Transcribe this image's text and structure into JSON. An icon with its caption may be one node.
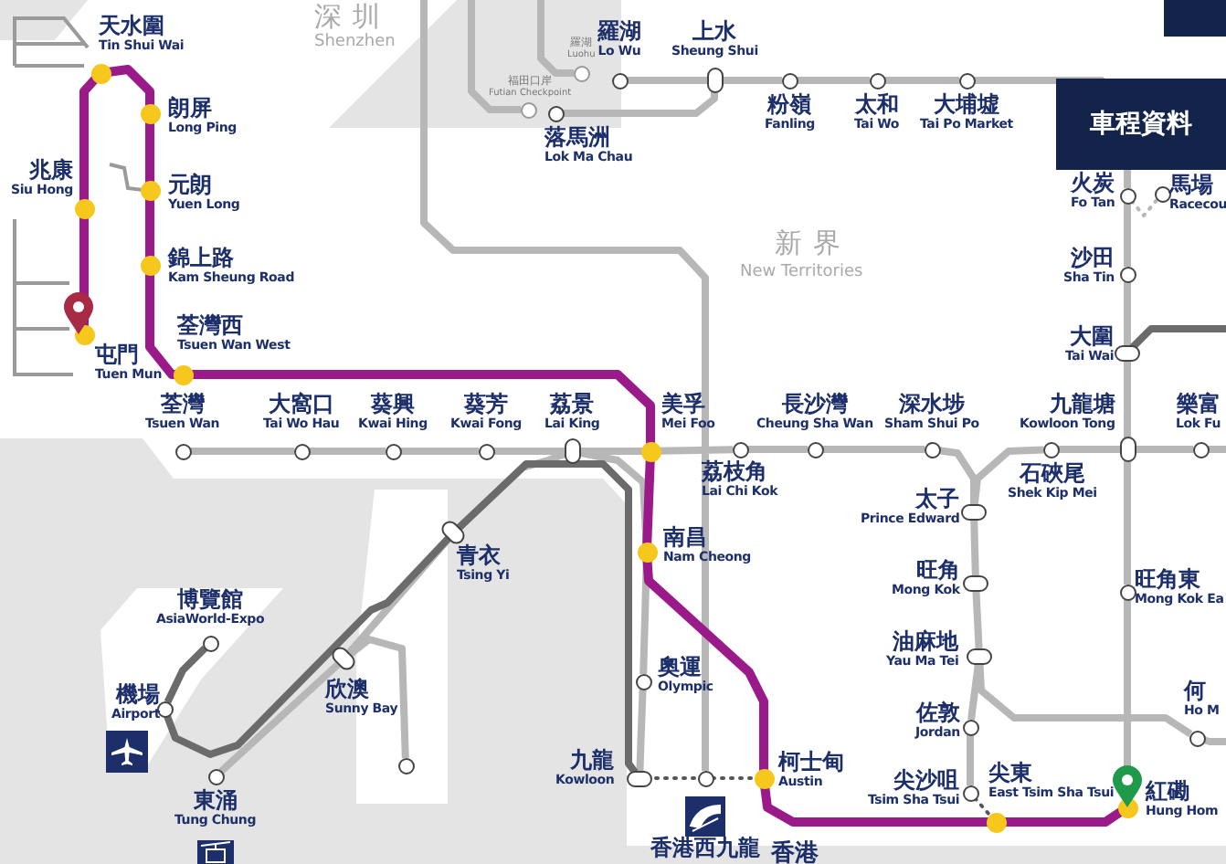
{
  "diagram": {
    "nodes": [
      {
        "text": [
          "天水圍",
          "Tin Shui Wai"
        ]
      },
      {
        "text": [
          "朗屏",
          "Long Ping"
        ]
      },
      {
        "text": [
          "元朗",
          "Yuen Long"
        ]
      },
      {
        "text": [
          "錦上路",
          "Kam Sheung Road"
        ]
      },
      {
        "text": [
          "荃灣西",
          "Tsuen Wan West"
        ]
      },
      {
        "text": [
          "兆康",
          "Siu Hong"
        ]
      },
      {
        "text": [
          "屯門",
          "Tuen Mun"
        ]
      },
      {
        "text": [
          "美孚",
          "Mei Foo"
        ]
      },
      {
        "text": [
          "南昌",
          "Nam Cheong"
        ]
      },
      {
        "text": [
          "柯士甸",
          "Austin"
        ]
      },
      {
        "text": [
          "尖東",
          "East Tsim Sha Tsui"
        ]
      },
      {
        "text": [
          "紅磡",
          "Hung Hom"
        ]
      },
      {
        "text": [
          "荃灣",
          "Tsuen Wan"
        ]
      },
      {
        "text": [
          "大窩口",
          "Tai Wo Hau"
        ]
      },
      {
        "text": [
          "葵興",
          "Kwai Hing"
        ]
      },
      {
        "text": [
          "葵芳",
          "Kwai Fong"
        ]
      },
      {
        "text": [
          "荔景",
          "Lai King"
        ]
      },
      {
        "text": [
          "荔枝角",
          "Lai Chi Kok"
        ]
      },
      {
        "text": [
          "長沙灣",
          "Cheung Sha Wan"
        ]
      },
      {
        "text": [
          "深水埗",
          "Sham Shui Po"
        ]
      },
      {
        "text": [
          "太子",
          "Prince Edward"
        ]
      },
      {
        "text": [
          "旺角",
          "Mong Kok"
        ]
      },
      {
        "text": [
          "油麻地",
          "Yau Ma Tei"
        ]
      },
      {
        "text": [
          "佐敦",
          "Jordan"
        ]
      },
      {
        "text": [
          "尖沙咀",
          "Tsim Sha Tsui"
        ]
      },
      {
        "text": [
          "石硤尾",
          "Shek Kip Mei"
        ]
      },
      {
        "text": [
          "九龍塘",
          "Kowloon Tong"
        ]
      },
      {
        "text": [
          "樂富",
          "Lok Fu"
        ]
      },
      {
        "text": [
          "旺角東",
          "Mong Kok Ea"
        ]
      },
      {
        "text": [
          "何",
          "Ho M"
        ]
      },
      {
        "text": [
          "大圍",
          "Tai Wai"
        ]
      },
      {
        "text": [
          "沙田",
          "Sha Tin"
        ]
      },
      {
        "text": [
          "火炭",
          "Fo Tan"
        ]
      },
      {
        "text": [
          "馬場",
          "Racecou"
        ]
      },
      {
        "text": [
          "羅湖",
          "Lo Wu"
        ]
      },
      {
        "text": [
          "上水",
          "Sheung Shui"
        ]
      },
      {
        "text": [
          "粉嶺",
          "Fanling"
        ]
      },
      {
        "text": [
          "太和",
          "Tai Wo"
        ]
      },
      {
        "text": [
          "大埔墟",
          "Tai Po Market"
        ]
      },
      {
        "text": [
          "落馬洲",
          "Lok Ma Chau"
        ]
      },
      {
        "text": [
          "青衣",
          "Tsing Yi"
        ]
      },
      {
        "text": [
          "欣澳",
          "Sunny Bay"
        ]
      },
      {
        "text": [
          "博覽館",
          "AsiaWorld-Expo"
        ]
      },
      {
        "text": [
          "機場",
          "Airport"
        ]
      },
      {
        "text": [
          "東涌",
          "Tung Chung"
        ]
      },
      {
        "text": [],
        "shape": "circle"
      },
      {
        "text": [
          "九龍",
          "Kowloon"
        ]
      },
      {
        "text": [
          "奧運",
          "Olympic"
        ]
      },
      {
        "text": [
          "香港西九龍"
        ]
      },
      {
        "text": [
          "福田口岸",
          "Futian Checkpoint"
        ]
      },
      {
        "text": [
          "羅湖",
          "Luohu"
        ]
      }
    ],
    "edges": [
      {
        "from": 6,
        "to": 5,
        "arrow": "none",
        "color": "#9b1a8a"
      },
      {
        "from": 5,
        "to": 0,
        "arrow": "none",
        "color": "#9b1a8a"
      },
      {
        "from": 0,
        "to": 1,
        "arrow": "none",
        "color": "#9b1a8a"
      },
      {
        "from": 1,
        "to": 2,
        "arrow": "none",
        "color": "#9b1a8a"
      },
      {
        "from": 2,
        "to": 3,
        "arrow": "none",
        "color": "#9b1a8a"
      },
      {
        "from": 3,
        "to": 4,
        "arrow": "none",
        "color": "#9b1a8a"
      },
      {
        "from": 4,
        "to": 7,
        "arrow": "none",
        "color": "#9b1a8a"
      },
      {
        "from": 7,
        "to": 8,
        "arrow": "none",
        "color": "#9b1a8a"
      },
      {
        "from": 8,
        "to": 9,
        "arrow": "none",
        "color": "#9b1a8a"
      },
      {
        "from": 9,
        "to": 10,
        "arrow": "none",
        "color": "#9b1a8a"
      },
      {
        "from": 10,
        "to": 11,
        "arrow": "none",
        "color": "#9b1a8a"
      },
      {
        "from": 12,
        "to": 13,
        "arrow": "none"
      },
      {
        "from": 13,
        "to": 14,
        "arrow": "none"
      },
      {
        "from": 14,
        "to": 15,
        "arrow": "none"
      },
      {
        "from": 15,
        "to": 16,
        "arrow": "none"
      },
      {
        "from": 16,
        "to": 7,
        "arrow": "none"
      },
      {
        "from": 7,
        "to": 17,
        "arrow": "none"
      },
      {
        "from": 17,
        "to": 18,
        "arrow": "none"
      },
      {
        "from": 18,
        "to": 19,
        "arrow": "none"
      },
      {
        "from": 19,
        "to": 20,
        "arrow": "none"
      },
      {
        "from": 20,
        "to": 21,
        "arrow": "none"
      },
      {
        "from": 21,
        "to": 22,
        "arrow": "none"
      },
      {
        "from": 22,
        "to": 23,
        "arrow": "none"
      },
      {
        "from": 23,
        "to": 24,
        "arrow": "none"
      },
      {
        "from": 22,
        "to": 29,
        "arrow": "none"
      },
      {
        "from": 20,
        "to": 25,
        "arrow": "none"
      },
      {
        "from": 25,
        "to": 26,
        "arrow": "none"
      },
      {
        "from": 26,
        "to": 27,
        "arrow": "none"
      },
      {
        "from": 27,
        "to": null,
        "arrow": "none"
      },
      {
        "from": 11,
        "to": 28,
        "arrow": "none"
      },
      {
        "from": 28,
        "to": 26,
        "arrow": "none"
      },
      {
        "from": 26,
        "to": 30,
        "arrow": "none"
      },
      {
        "from": 30,
        "to": 31,
        "arrow": "none"
      },
      {
        "from": 31,
        "to": 32,
        "arrow": "none"
      },
      {
        "from": 32,
        "to": 38,
        "arrow": "none"
      },
      {
        "from": 38,
        "to": 37,
        "arrow": "none"
      },
      {
        "from": 37,
        "to": 36,
        "arrow": "none"
      },
      {
        "from": 36,
        "to": 35,
        "arrow": "none"
      },
      {
        "from": 35,
        "to": 34,
        "arrow": "none"
      },
      {
        "from": 35,
        "to": 39,
        "arrow": "none"
      },
      {
        "from": 32,
        "to": 33,
        "arrow": "none",
        "style": "dashed"
      },
      {
        "from": 44,
        "to": 41,
        "arrow": "none"
      },
      {
        "from": 41,
        "to": 40,
        "arrow": "none"
      },
      {
        "from": 40,
        "to": 16,
        "arrow": "none"
      },
      {
        "from": 16,
        "to": 8,
        "arrow": "none"
      },
      {
        "from": 8,
        "to": 47,
        "arrow": "none"
      },
      {
        "from": 47,
        "to": 46,
        "arrow": "none"
      },
      {
        "from": 42,
        "to": 43,
        "arrow": "none",
        "color": "#6b6b6b"
      },
      {
        "from": 43,
        "to": 40,
        "arrow": "none",
        "color": "#6b6b6b"
      },
      {
        "from": 40,
        "to": 46,
        "arrow": "none",
        "color": "#6b6b6b"
      },
      {
        "from": 41,
        "to": 45,
        "arrow": "none"
      },
      {
        "from": 46,
        "to": 48,
        "arrow": "none",
        "style": "dashed",
        "color": "#555555"
      },
      {
        "from": 48,
        "to": 9,
        "arrow": "none",
        "style": "dashed",
        "color": "#555555"
      },
      {
        "from": 24,
        "to": 10,
        "arrow": "none",
        "style": "dashed",
        "color": "#555555"
      },
      {
        "from": null,
        "to": 48,
        "arrow": "none"
      },
      {
        "from": null,
        "to": 49,
        "arrow": "none"
      },
      {
        "from": null,
        "to": 50,
        "arrow": "none"
      },
      {
        "from": 30,
        "to": null,
        "arrow": "none",
        "color": "#6b6b6b"
      },
      {
        "from": 29,
        "to": null,
        "arrow": "none"
      }
    ],
    "labels": [
      "車程資料",
      "深圳",
      "Shenzhen",
      "新界",
      "New Territories",
      "香港"
    ]
  }
}
